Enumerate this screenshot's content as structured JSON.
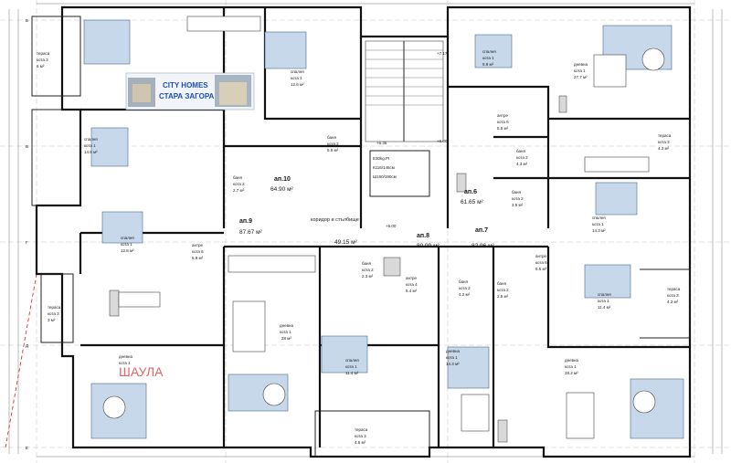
{
  "logo": {
    "line1": "CITY HOMES",
    "line2": "СТАРА ЗАГОРА"
  },
  "watermark": "ШАУЛА",
  "corridor": {
    "label": "коридор и стълбище",
    "level": "+6.00"
  },
  "apartments": [
    {
      "id": "ап.10",
      "area": "64.90 м²"
    },
    {
      "id": "ап.9",
      "area": "87.67 м²"
    },
    {
      "id": "ап.8",
      "area": "80.99 м²"
    },
    {
      "id": "ап.7",
      "area": "82.96 м²"
    },
    {
      "id": "ап.6",
      "area": "61.65 м²"
    },
    {
      "id": "",
      "area": "49.15 м²"
    }
  ],
  "rooms": [
    {
      "key": "terasa-tl",
      "name": "тераса",
      "sub": "кота 3",
      "area": "6 м²"
    },
    {
      "key": "spalnia-top",
      "name": "спалня",
      "sub": "кота 1",
      "area": "12.6 м²"
    },
    {
      "key": "spalnia-left1",
      "name": "спалня",
      "sub": "кота 1",
      "area": "14.6 м²"
    },
    {
      "key": "spalnia-left2",
      "name": "спалня",
      "sub": "кота 1",
      "area": "12.8 м²"
    },
    {
      "key": "terasa-left",
      "name": "тераса",
      "sub": "кота 3",
      "area": "3 м²"
    },
    {
      "key": "dnevna-bl",
      "name": "дневна",
      "sub": "кота 1",
      "area": ""
    },
    {
      "key": "dnevna-c",
      "name": "дневна",
      "sub": "кота 1",
      "area": "28 м²"
    },
    {
      "key": "spalnia-c",
      "name": "спалня",
      "sub": "кота 1",
      "area": "11.4 м²"
    },
    {
      "key": "terasa-bot",
      "name": "тераса",
      "sub": "кота 3",
      "area": "4.6 м²"
    },
    {
      "key": "dnevna-c2",
      "name": "дневна",
      "sub": "кота 1",
      "area": "14.3 м²"
    },
    {
      "key": "spalnia-top2",
      "name": "спалня",
      "sub": "кота 1",
      "area": "9.9 м²"
    },
    {
      "key": "dnevna-tr",
      "name": "дневна",
      "sub": "кота 1",
      "area": "27.7 м²"
    },
    {
      "key": "antre-6",
      "name": "антре",
      "sub": "кота 6",
      "area": "5.5 м²"
    },
    {
      "key": "terasa-r1",
      "name": "тераса",
      "sub": "кота 3",
      "area": "4.3 м²"
    },
    {
      "key": "spalnia-r1",
      "name": "спалня",
      "sub": "кота 1",
      "area": "14.3 м²"
    },
    {
      "key": "spalnia-r2",
      "name": "спалня",
      "sub": "кота 1",
      "area": "11.4 м²"
    },
    {
      "key": "terasa-r2",
      "name": "тераса",
      "sub": "кота 3",
      "area": "4.3 м²"
    },
    {
      "key": "dnevna-br",
      "name": "дневна",
      "sub": "кота 1",
      "area": "28.2 м²"
    },
    {
      "key": "antre-r",
      "name": "антре",
      "sub": "кота 6",
      "area": "5.5 м²"
    },
    {
      "key": "antre-l",
      "name": "антре",
      "sub": "кота 6",
      "area": "5.9 м²"
    },
    {
      "key": "antre-c",
      "name": "антре",
      "sub": "кота 4",
      "area": "5.4 м²"
    },
    {
      "key": "banya-1",
      "name": "баня",
      "sub": "кота 2",
      "area": "5.5 м²"
    },
    {
      "key": "banya-2",
      "name": "баня",
      "sub": "кота 2",
      "area": "2.7 м²"
    },
    {
      "key": "banya-3",
      "name": "баня",
      "sub": "кота 2",
      "area": "2.3 м²"
    },
    {
      "key": "banya-4",
      "name": "баня",
      "sub": "кота 2",
      "area": "4.2 м²"
    },
    {
      "key": "banya-5",
      "name": "баня",
      "sub": "кота 2",
      "area": "2.5 м²"
    },
    {
      "key": "banya-6",
      "name": "баня",
      "sub": "кота 2",
      "area": "4.3 м²"
    },
    {
      "key": "banya-7",
      "name": "баня",
      "sub": "кота 2",
      "area": "3.5 м²"
    }
  ],
  "stairs": {
    "note": "E30kg.PI",
    "dims1": "К116/146см",
    "dims2": "Ш160/190см"
  },
  "levels": [
    "+6.35",
    "+6.00",
    "+7.17"
  ],
  "grid_marks": [
    "Б",
    "В",
    "Г",
    "Д",
    "Е"
  ],
  "colors": {
    "wall": "#111111",
    "furniture": "#c7d8ea",
    "watermark": "#d84040",
    "logo_text": "#1f4fb0"
  }
}
